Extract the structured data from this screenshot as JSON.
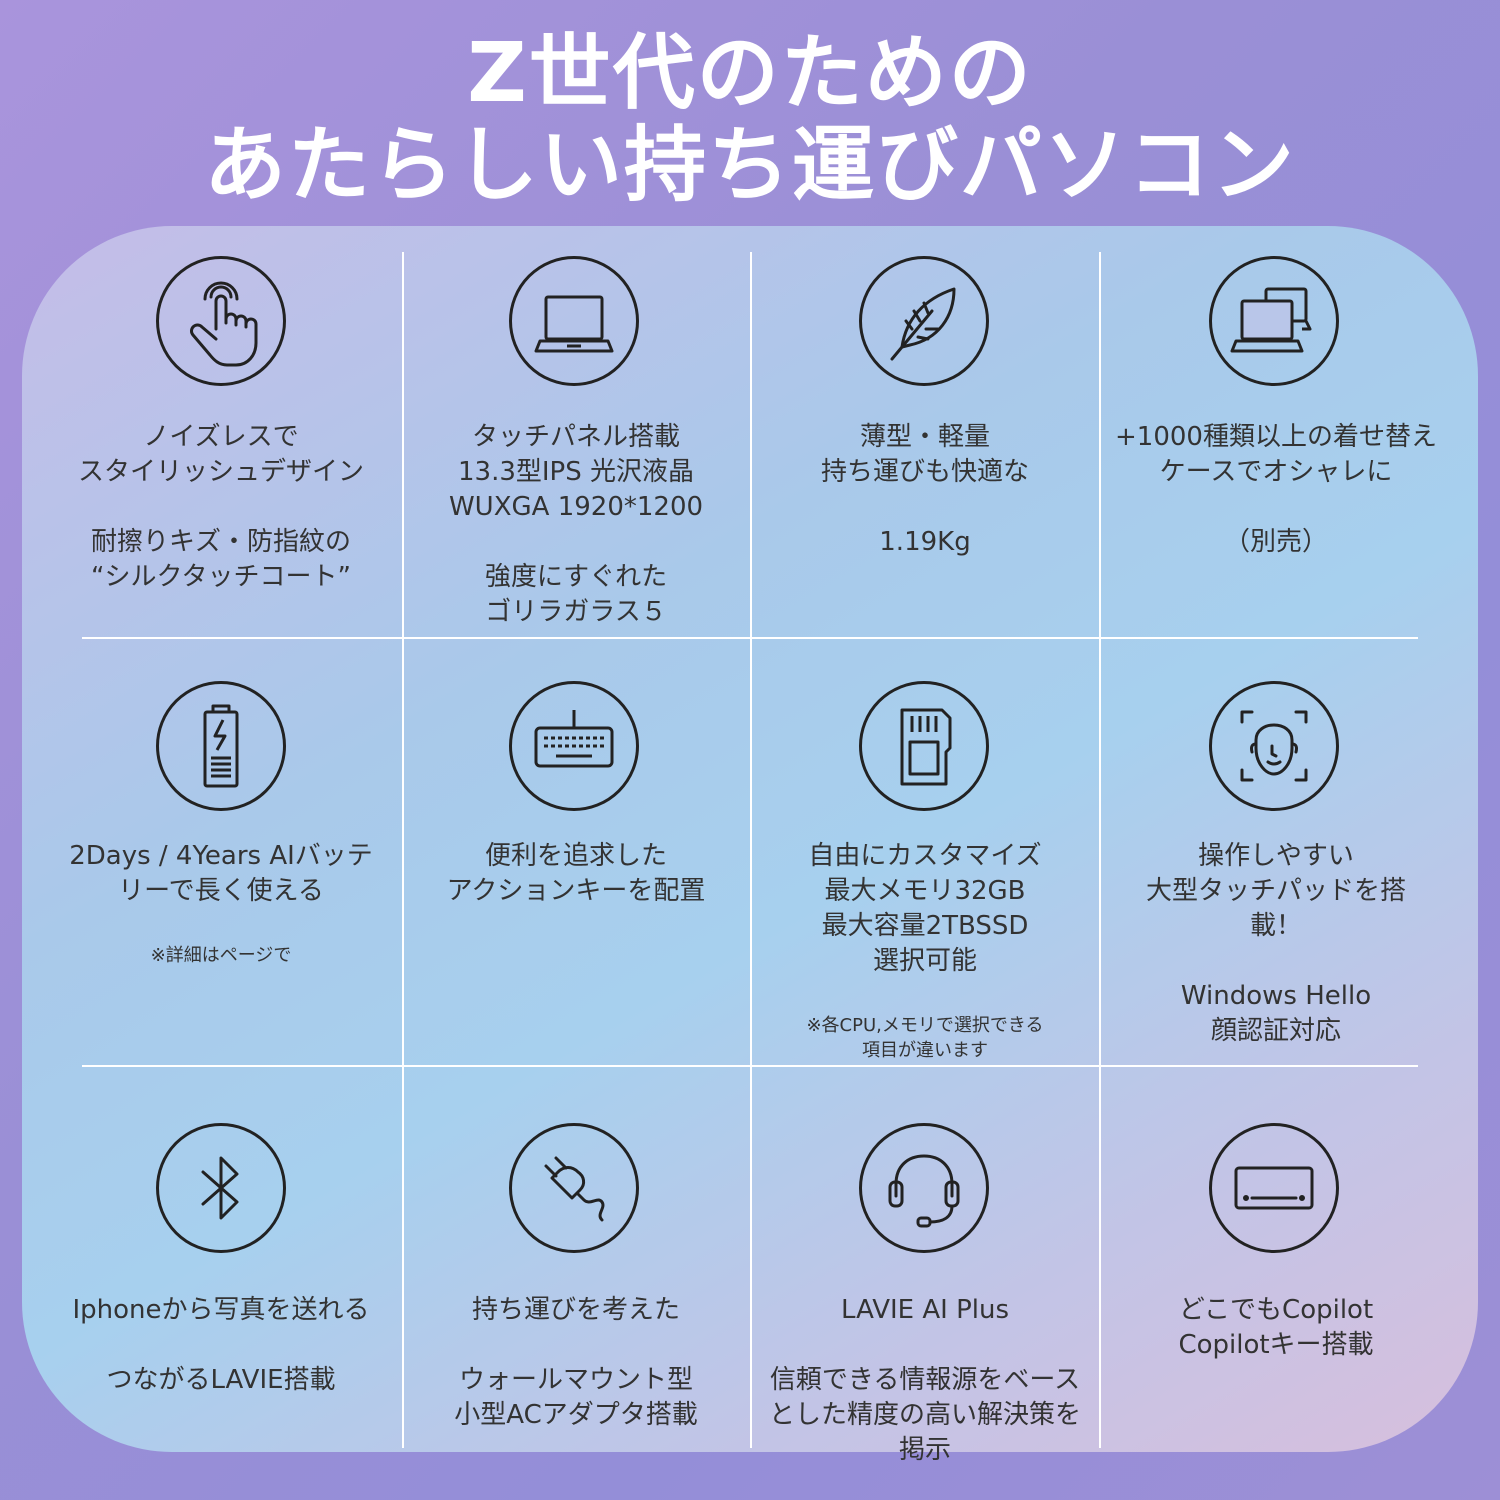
{
  "headline": {
    "line1": "Z世代のための",
    "line2": "あたらしい持ち運びパソコン"
  },
  "features": [
    {
      "icon": "touch-hand-icon",
      "lines": [
        "ノイズレスで",
        "スタイリッシュデザイン",
        "",
        "耐擦りキズ・防指紋の",
        "“シルクタッチコート”"
      ],
      "note": []
    },
    {
      "icon": "laptop-icon",
      "lines": [
        "タッチパネル搭載",
        "13.3型IPS 光沢液晶",
        "WUXGA 1920*1200",
        "",
        "強度にすぐれた",
        "ゴリラガラス５"
      ],
      "note": []
    },
    {
      "icon": "feather-icon",
      "lines": [
        "薄型・軽量",
        "持ち運びも快適な",
        "",
        "1.19Kg"
      ],
      "note": []
    },
    {
      "icon": "laptop-cases-icon",
      "lines": [
        "+1000種類以上の着せ替え",
        "ケースでオシャレに",
        "",
        "（別売）"
      ],
      "note": []
    },
    {
      "icon": "battery-icon",
      "lines": [
        "2Days / 4Years AIバッテ",
        "リーで長く使える"
      ],
      "note": [
        "※詳細はページで"
      ]
    },
    {
      "icon": "keyboard-icon",
      "lines": [
        "便利を追求した",
        "アクションキーを配置"
      ],
      "note": []
    },
    {
      "icon": "sd-card-icon",
      "lines": [
        "自由にカスタマイズ",
        "最大メモリ32GB",
        "最大容量2TBSSD",
        "選択可能"
      ],
      "note": [
        "※各CPU,メモリで選択できる",
        "項目が違います"
      ]
    },
    {
      "icon": "face-recognition-icon",
      "lines": [
        "操作しやすい",
        "大型タッチパッドを搭",
        "載！",
        "",
        "Windows Hello",
        "顔認証対応"
      ],
      "note": []
    },
    {
      "icon": "bluetooth-icon",
      "lines": [
        "Iphoneから写真を送れる",
        "",
        "つながるLAVIE搭載"
      ],
      "note": []
    },
    {
      "icon": "plug-icon",
      "lines": [
        "持ち運びを考えた",
        "",
        "ウォールマウント型",
        "小型ACアダプタ搭載"
      ],
      "note": []
    },
    {
      "icon": "headset-icon",
      "lines": [
        "LAVIE AI Plus",
        "",
        "信頼できる情報源をベース",
        "とした精度の高い解決策を",
        "掲示"
      ],
      "note": []
    },
    {
      "icon": "copilot-key-icon",
      "lines": [
        "どこでもCopilot",
        "Copilotキー搭載"
      ],
      "note": []
    }
  ]
}
